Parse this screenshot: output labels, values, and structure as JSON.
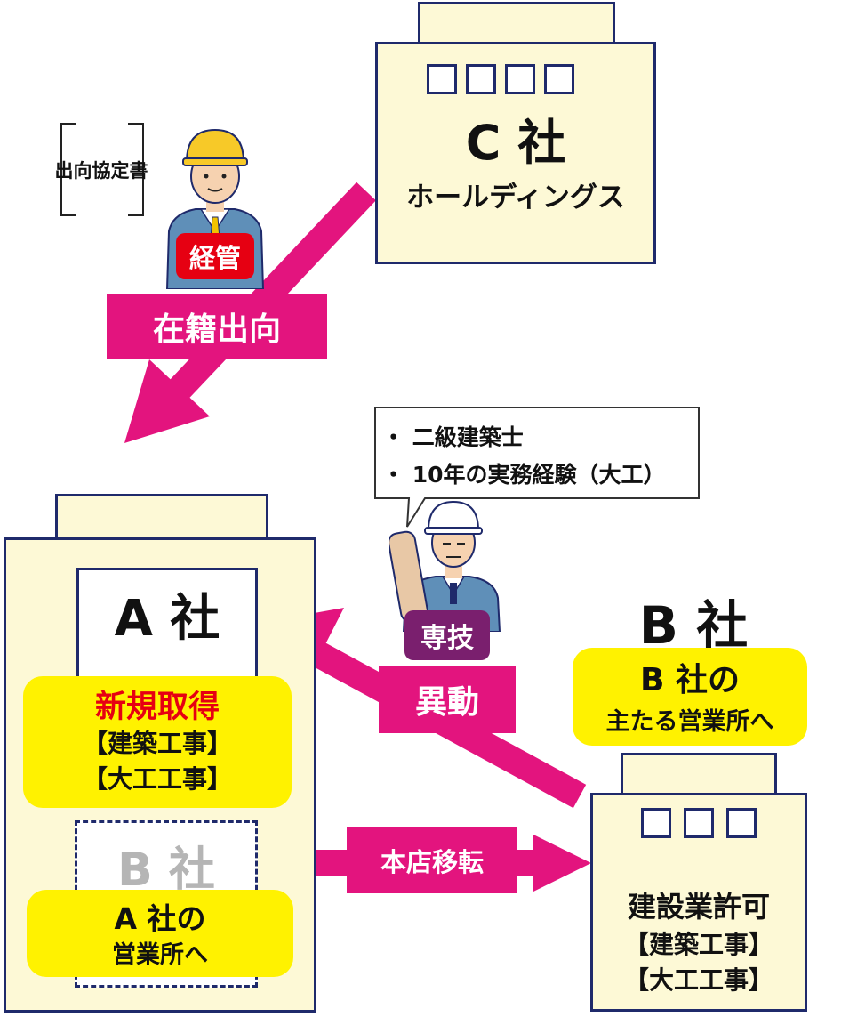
{
  "company_c": {
    "name": "C 社",
    "type": "ホールディングス"
  },
  "document_label": "出向協定書",
  "manager_badge": "経管",
  "transfer_arrow_label": "在籍出向",
  "engineer_speech": {
    "line1": "・ 二級建築士",
    "line2": "・ 10年の実務経験（大工）"
  },
  "engineer_badge": "専技",
  "company_a": {
    "name": "A 社",
    "new_acquisition": {
      "heading": "新規取得",
      "line1": "【建築工事】",
      "line2": "【大工工事】"
    },
    "former_b": {
      "name": "B 社",
      "note_line1": "A 社の",
      "note_line2": "営業所へ"
    }
  },
  "move_arrow_label": "異動",
  "relocation_arrow_label": "本店移転",
  "company_b": {
    "name": "B 社",
    "note_line1": "B 社の",
    "note_line2": "主たる営業所へ",
    "license_title": "建設業許可",
    "license_line1": "【建築工事】",
    "license_line2": "【大工工事】"
  },
  "colors": {
    "arrow": "#e3147e",
    "highlight": "#fff200",
    "building_fill": "#fdf9d6",
    "building_border": "#1f2a6b",
    "manager_badge": "#e60012",
    "engineer_badge": "#7a1f6e",
    "heading_red": "#e60012",
    "ghost_gray": "#b5b5b5"
  }
}
